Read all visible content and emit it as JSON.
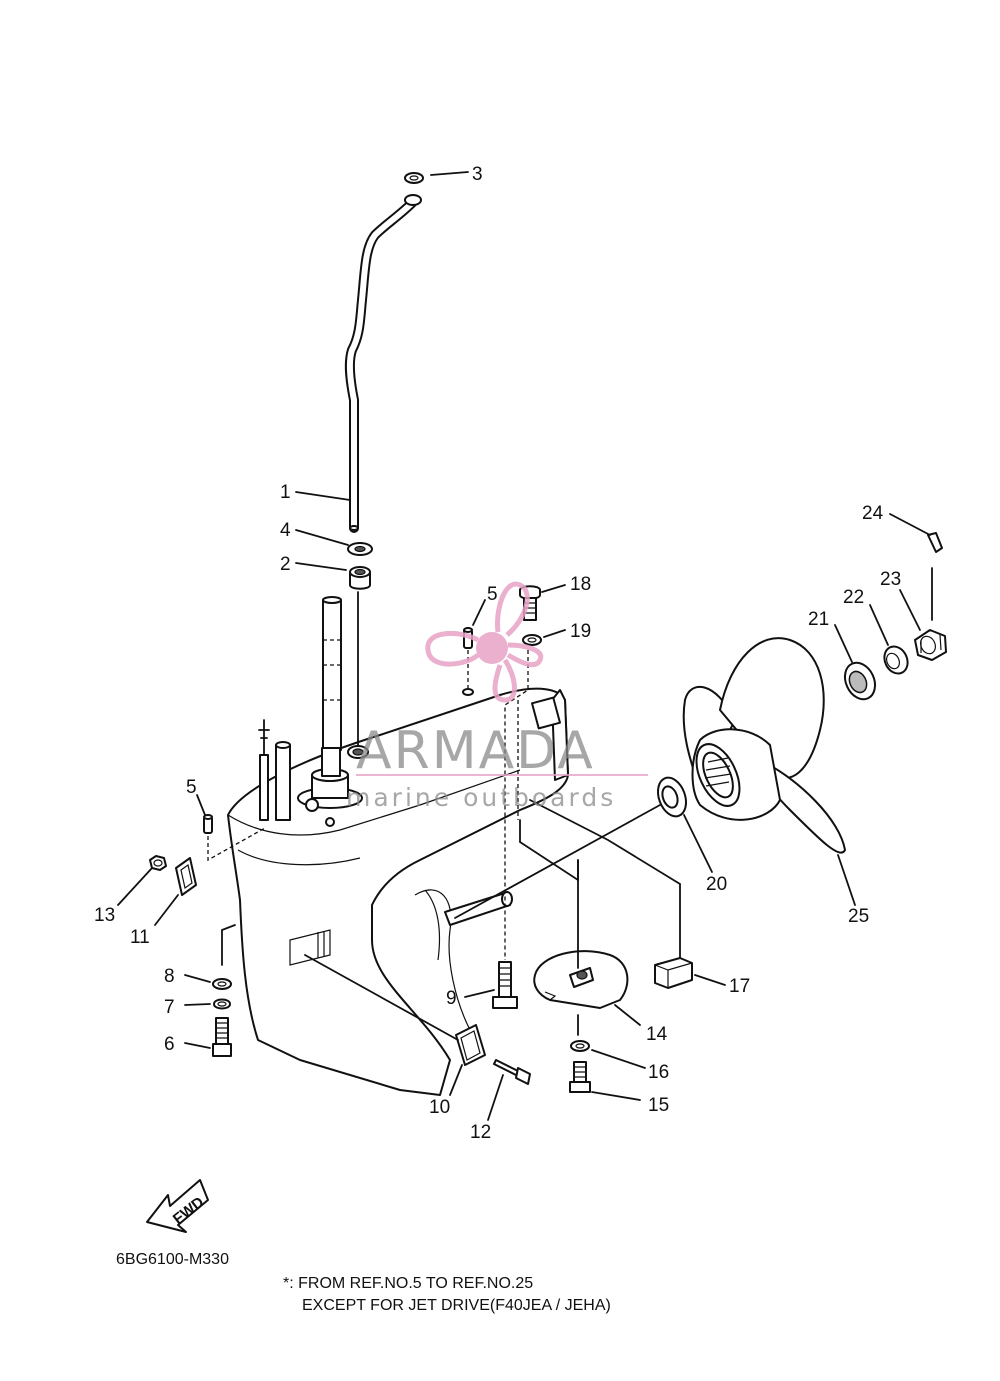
{
  "diagram_code": "6BG6100-M330",
  "note": {
    "line1": "*: FROM REF.NO.5 TO REF.NO.25",
    "line2": "EXCEPT FOR JET DRIVE(F40JEA / JEHA)"
  },
  "fwd_label": "FWD",
  "watermark": {
    "brand": "ARMADA",
    "tagline": "marine outboards",
    "color": "#e7a3c6"
  },
  "callouts": {
    "n1": "1",
    "n2": "2",
    "n3": "3",
    "n4": "4",
    "n5a": "5",
    "n5b": "5",
    "n6": "6",
    "n7": "7",
    "n8": "8",
    "n9": "9",
    "n10": "10",
    "n11": "11",
    "n12": "12",
    "n13": "13",
    "n14": "14",
    "n15": "15",
    "n16": "16",
    "n17": "17",
    "n18": "18",
    "n19": "19",
    "n20": "20",
    "n21": "21",
    "n22": "22",
    "n23": "23",
    "n24": "24",
    "n25": "25"
  }
}
